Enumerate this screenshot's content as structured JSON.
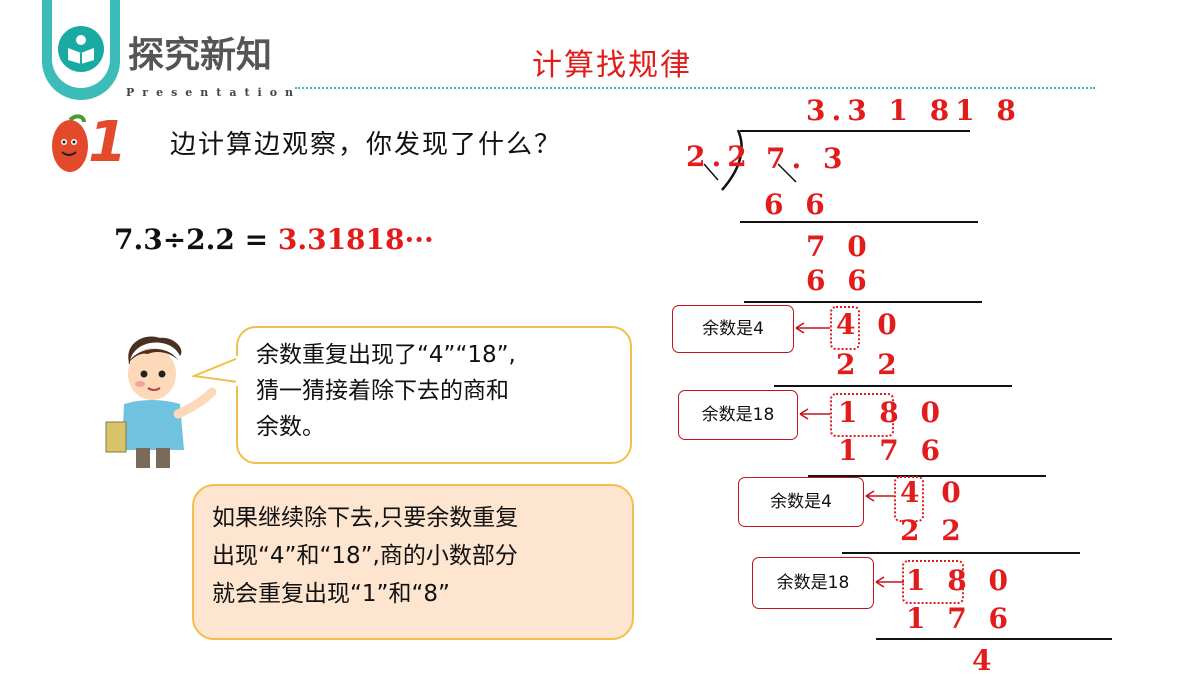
{
  "header": {
    "title": "探究新知",
    "subtitle": "Presentation",
    "topic": "计算找规律",
    "badge_number": "1"
  },
  "question": "边计算边观察，你发现了什么？",
  "expression": {
    "left": "7.3÷2.2 =",
    "answer": "3.31818···"
  },
  "bubble1": {
    "lines": [
      "余数重复出现了“4”“18”,",
      "猜一猜接着除下去的商和",
      "余数。"
    ]
  },
  "bubble2": {
    "lines": [
      "如果继续除下去,只要余数重复",
      "出现“4”和“18”,商的小数部分",
      "就会重复出现“1”和“8”"
    ]
  },
  "division": {
    "quotient": "3.3 1 81 8",
    "divisor": "2.2",
    "dividend": "7. 3",
    "rows": [
      "6 6",
      "7 0",
      "6 6",
      "4 0",
      "2 2",
      "1 8 0",
      "1 7 6",
      "4 0",
      "2 2",
      "1 8 0",
      "1 7 6",
      "4"
    ],
    "remainder_labels": [
      "余数是4",
      "余数是18",
      "余数是4",
      "余数是18"
    ]
  },
  "colors": {
    "accent": "#3bbcb8",
    "red": "#e21b1b",
    "bubble_fill": "#fde5cf",
    "bubble_border": "#f0c04a"
  }
}
